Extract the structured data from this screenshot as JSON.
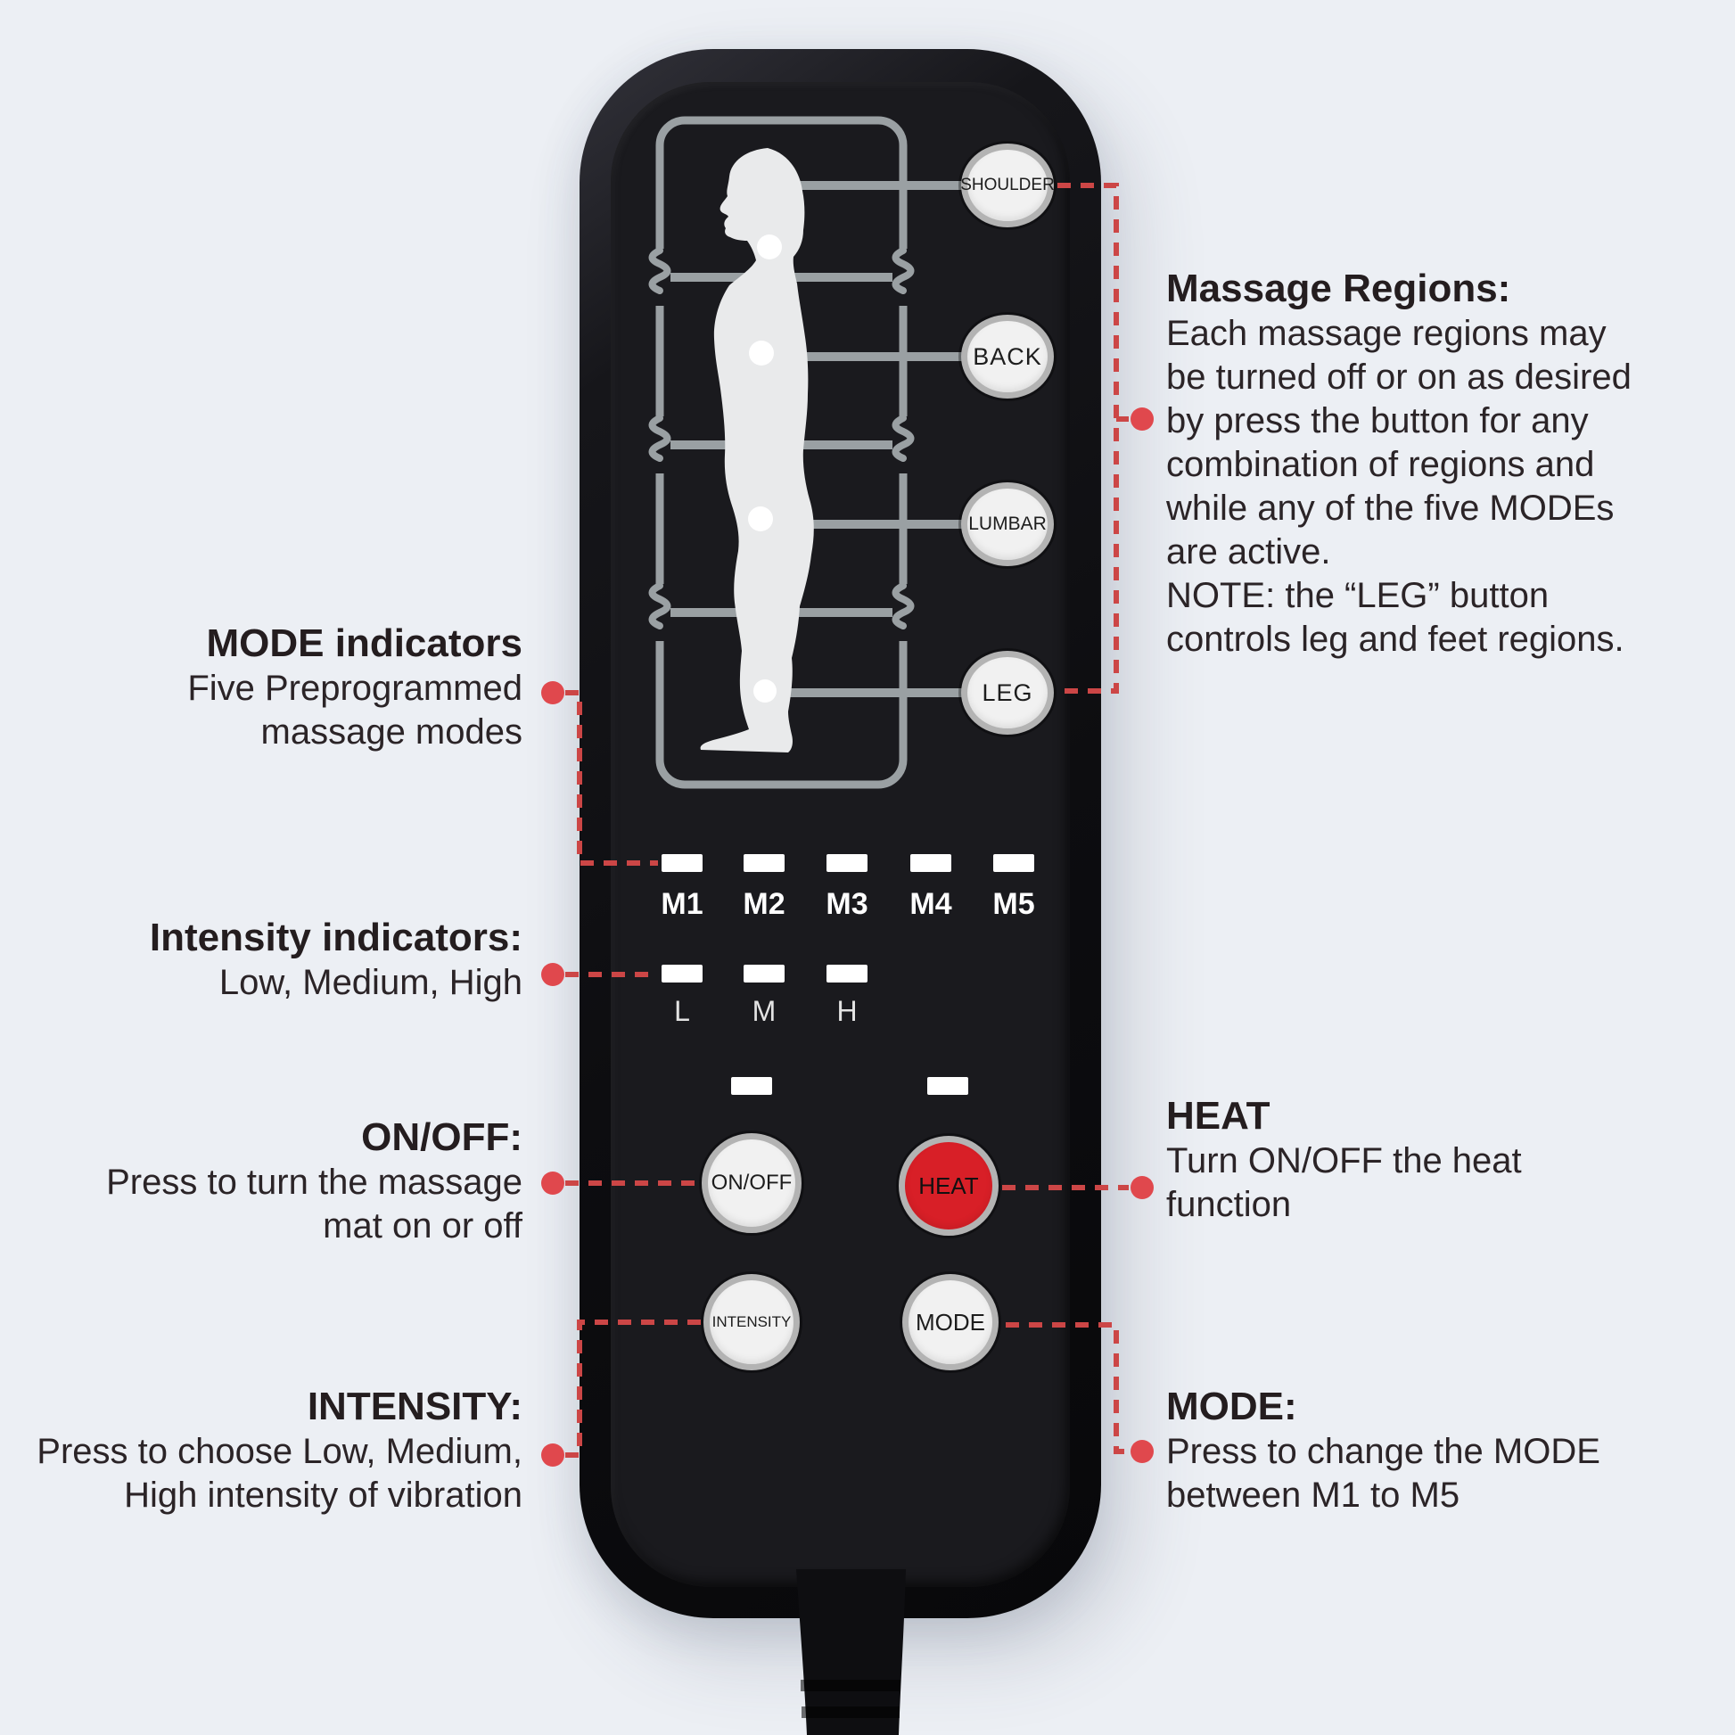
{
  "remote": {
    "region_buttons": [
      "SHOULDER",
      "BACK",
      "LUMBAR",
      "LEG"
    ],
    "mode_labels": [
      "M1",
      "M2",
      "M3",
      "M4",
      "M5"
    ],
    "intensity_labels": [
      "L",
      "M",
      "H"
    ],
    "control_buttons": {
      "on_off": "ON/OFF",
      "heat": "HEAT",
      "intensity": "INTENSITY",
      "mode": "MODE"
    }
  },
  "annotations": {
    "massage_regions": {
      "title": "Massage Regions:",
      "line1": "Each massage regions may",
      "line2": "be turned off or on as desired",
      "line3": "by press the button for any",
      "line4": "combination of regions and",
      "line5": "while any of the five MODEs",
      "line6": "are active.",
      "line7": "NOTE: the “LEG” button",
      "line8": "controls leg and feet regions."
    },
    "mode_indicators": {
      "title": "MODE indicators",
      "line1": "Five Preprogrammed",
      "line2": "massage modes"
    },
    "intensity_indicators": {
      "title": "Intensity indicators:",
      "line1": "Low, Medium, High"
    },
    "on_off": {
      "title": "ON/OFF:",
      "line1": "Press to turn the massage",
      "line2": "mat on or off"
    },
    "heat": {
      "title": "HEAT",
      "line1": "Turn ON/OFF the heat",
      "line2": "function"
    },
    "intensity": {
      "title": "INTENSITY:",
      "line1": "Press to choose Low, Medium,",
      "line2": "High intensity of vibration"
    },
    "mode": {
      "title": "MODE:",
      "line1": "Press to change the MODE",
      "line2": "between M1 to M5"
    }
  },
  "colors": {
    "background": "#eceff4",
    "remote_body": "#1a1a1e",
    "panel_line": "#9aa0a3",
    "accent_red_dash": "#cc4646",
    "accent_red_dot": "#e0484d",
    "heat_button_red": "#d81f27",
    "indicator_white": "#ffffff"
  }
}
